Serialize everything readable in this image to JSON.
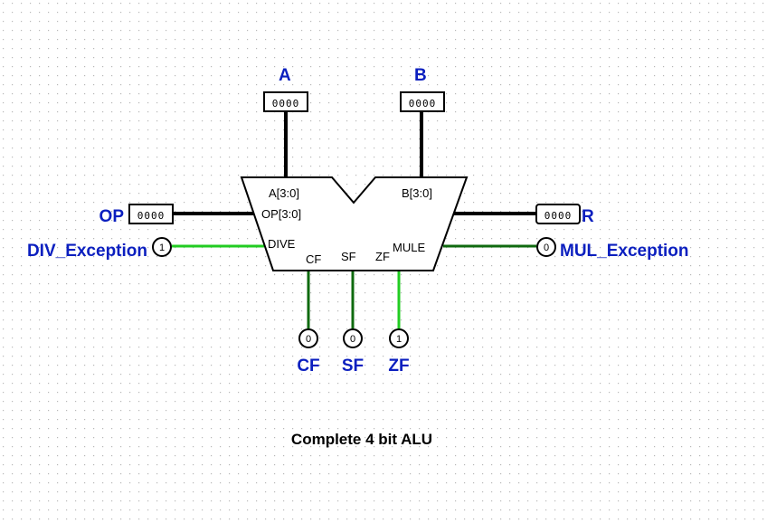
{
  "caption": "Complete 4 bit ALU",
  "alu": {
    "ports": {
      "a": "A[3:0]",
      "b": "B[3:0]",
      "op": "OP[3:0]",
      "dive": "DIVE",
      "mule": "MULE",
      "cf": "CF",
      "sf": "SF",
      "zf": "ZF"
    }
  },
  "inputs": {
    "a": {
      "label": "A",
      "bits": "0000"
    },
    "b": {
      "label": "B",
      "bits": "0000"
    },
    "op": {
      "label": "OP",
      "bits": "0000"
    }
  },
  "outputs": {
    "r": {
      "label": "R",
      "bits": "0000"
    },
    "div_exception": {
      "label": "DIV_Exception",
      "value": "1"
    },
    "mul_exception": {
      "label": "MUL_Exception",
      "value": "0"
    },
    "cf": {
      "label": "CF",
      "value": "0"
    },
    "sf": {
      "label": "SF",
      "value": "0"
    },
    "zf": {
      "label": "ZF",
      "value": "1"
    }
  },
  "colors": {
    "background": "#ffffff",
    "grid_dot": "#b8b8b8",
    "bus": "#000000",
    "wire_high": "#22cc22",
    "wire_low": "#0f6a0f",
    "label_blue": "#0b1fbf"
  }
}
